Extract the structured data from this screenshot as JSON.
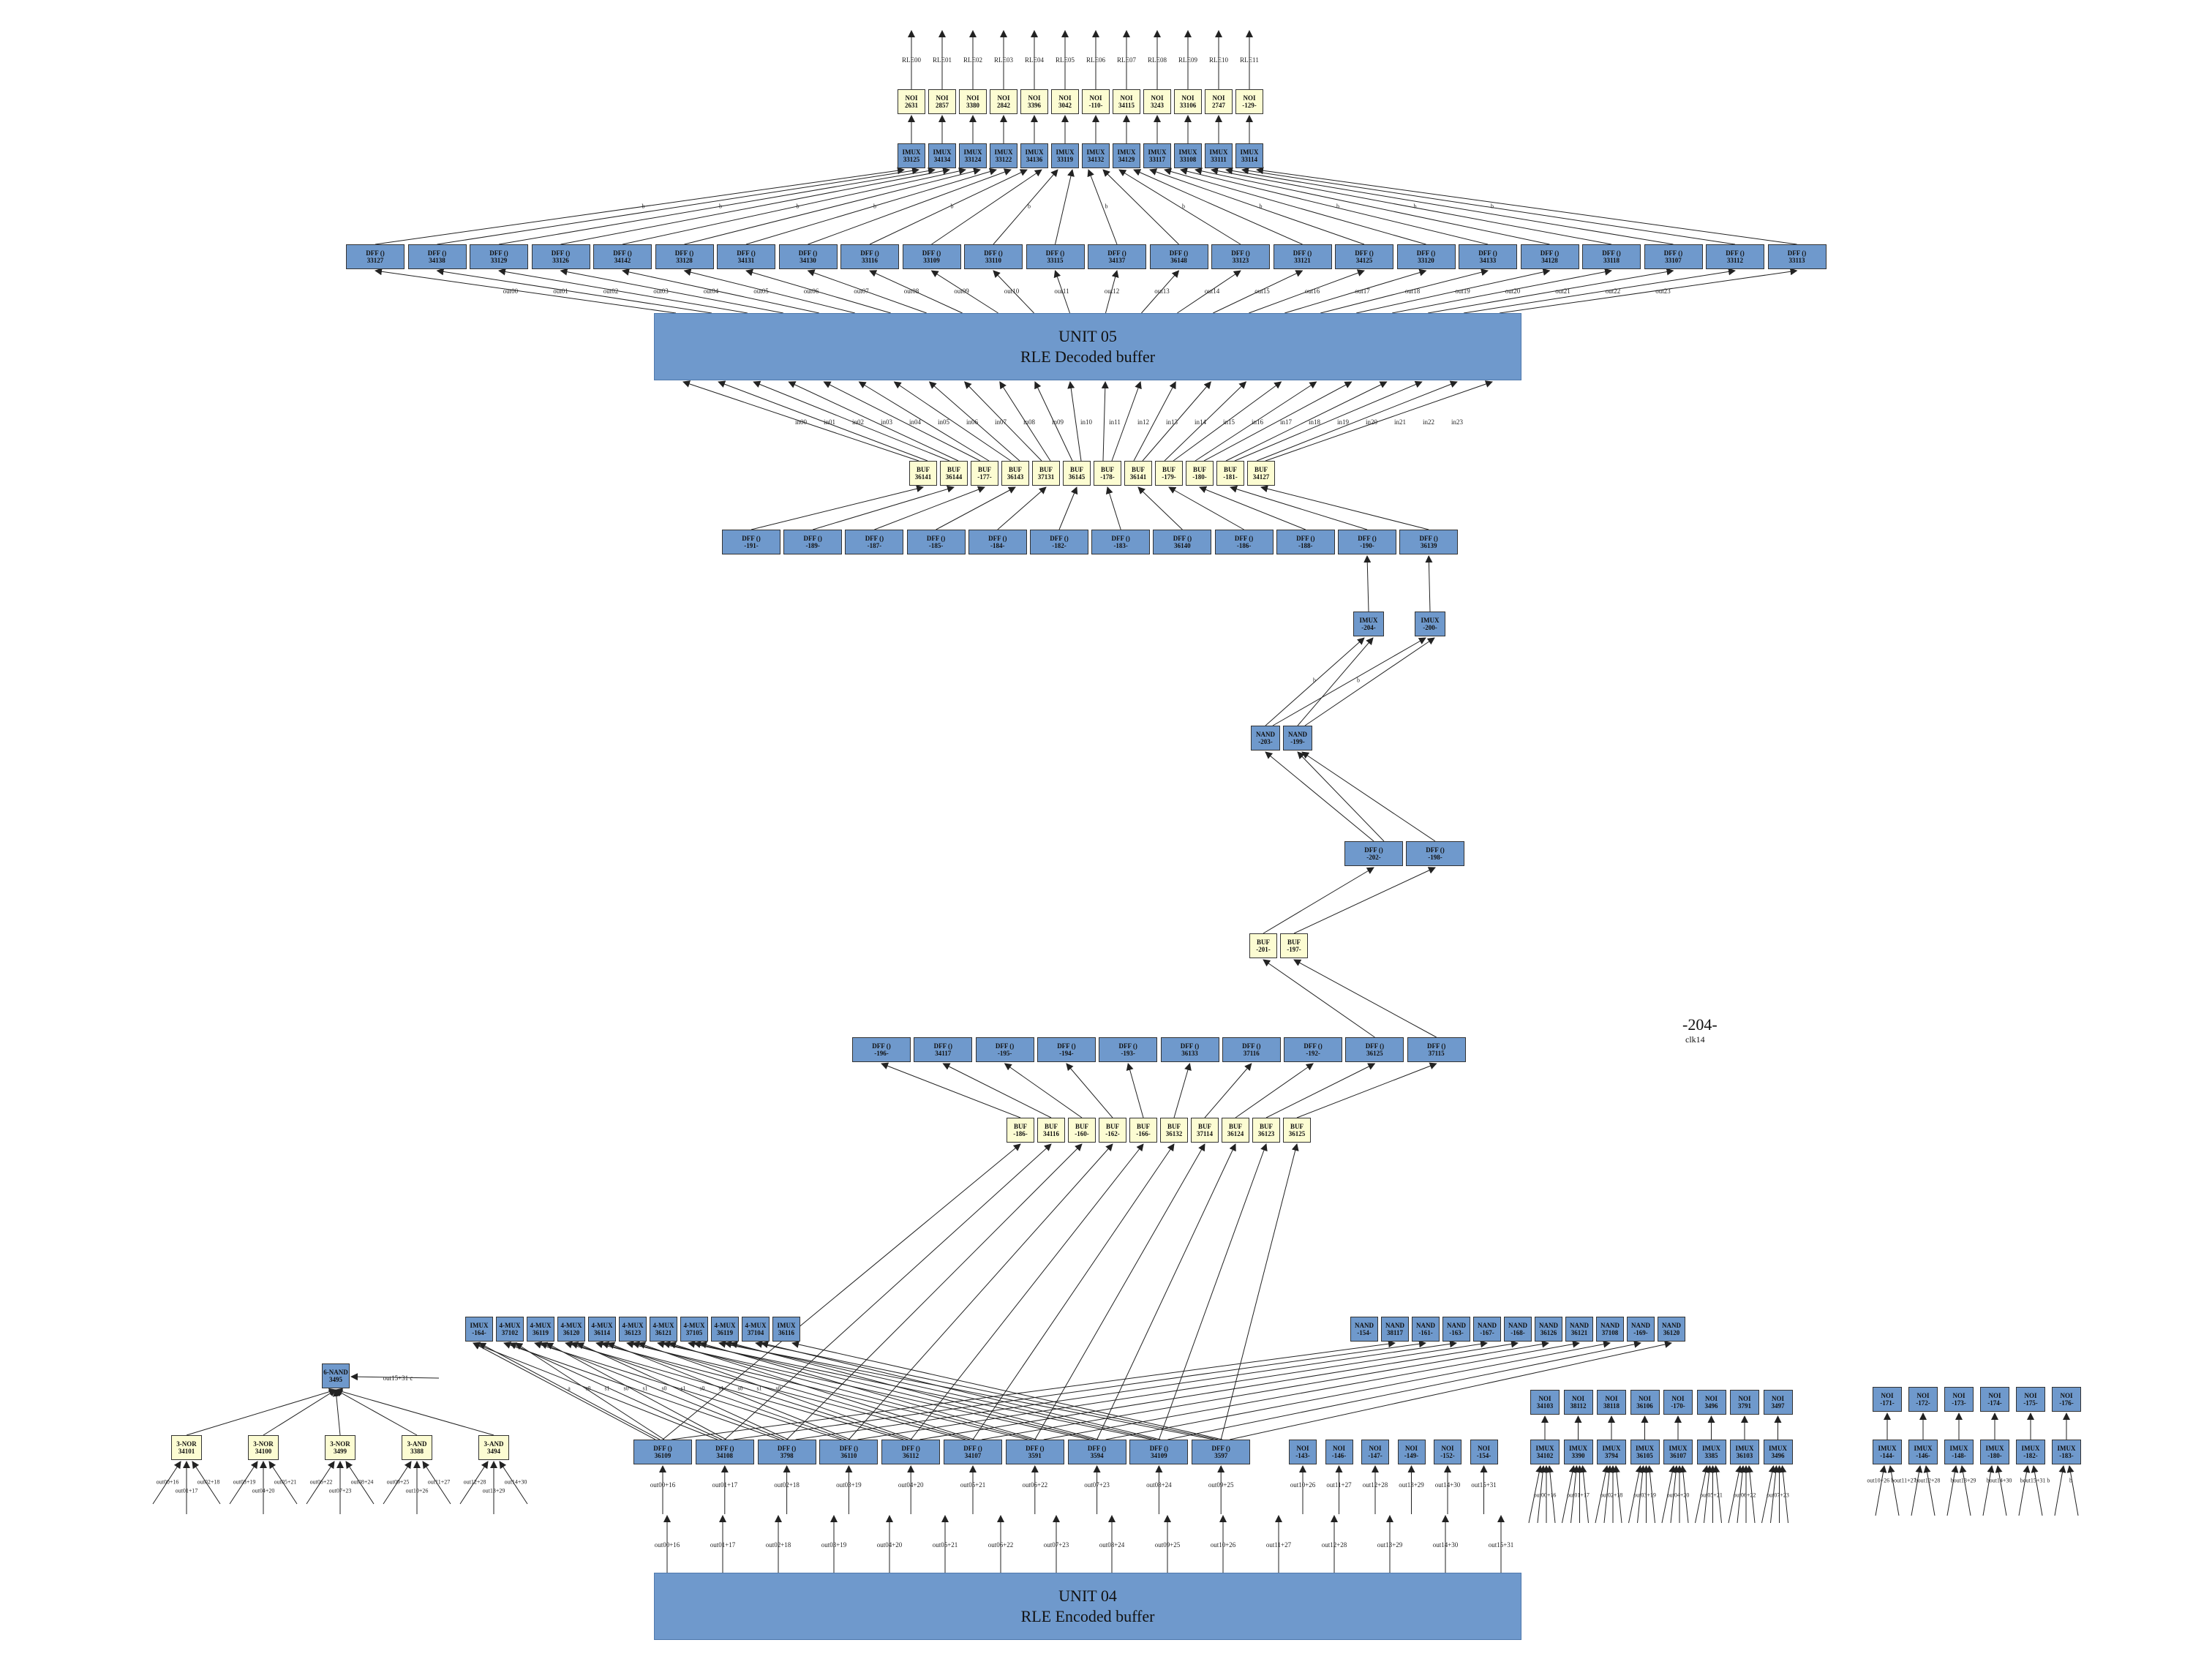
{
  "units": {
    "top_title": "UNIT 05",
    "top_subtitle": "RLE Decoded buffer",
    "bottom_title": "UNIT 04",
    "bottom_subtitle": "RLE Encoded buffer"
  },
  "standalone": {
    "big_label": "-204-",
    "small_label": "clk14"
  },
  "outputs": [
    "RLE00",
    "RLE01",
    "RLE02",
    "RLE03",
    "RLE04",
    "RLE05",
    "RLE06",
    "RLE07",
    "RLE08",
    "RLE09",
    "RLE10",
    "RLE11"
  ],
  "rows": {
    "noi_top": [
      [
        "NOI",
        "2631"
      ],
      [
        "NOI",
        "2857"
      ],
      [
        "NOI",
        "3380"
      ],
      [
        "NOI",
        "2842"
      ],
      [
        "NOI",
        "3396"
      ],
      [
        "NOI",
        "3042"
      ],
      [
        "NOI",
        "-110-"
      ],
      [
        "NOI",
        "34115"
      ],
      [
        "NOI",
        "3243"
      ],
      [
        "NOI",
        "33106"
      ],
      [
        "NOI",
        "2747"
      ],
      [
        "NOI",
        "-129-"
      ]
    ],
    "imux_top": [
      [
        "IMUX",
        "33125"
      ],
      [
        "IMUX",
        "34134"
      ],
      [
        "IMUX",
        "33124"
      ],
      [
        "IMUX",
        "33122"
      ],
      [
        "IMUX",
        "34136"
      ],
      [
        "IMUX",
        "33119"
      ],
      [
        "IMUX",
        "34132"
      ],
      [
        "IMUX",
        "34129"
      ],
      [
        "IMUX",
        "33117"
      ],
      [
        "IMUX",
        "33108"
      ],
      [
        "IMUX",
        "33111"
      ],
      [
        "IMUX",
        "33114"
      ]
    ],
    "dff_top": [
      [
        "DFF ()",
        "33127"
      ],
      [
        "DFF ()",
        "34138"
      ],
      [
        "DFF ()",
        "33129"
      ],
      [
        "DFF ()",
        "33126"
      ],
      [
        "DFF ()",
        "34142"
      ],
      [
        "DFF ()",
        "33128"
      ],
      [
        "DFF ()",
        "34131"
      ],
      [
        "DFF ()",
        "34130"
      ],
      [
        "DFF ()",
        "33116"
      ],
      [
        "DFF ()",
        "33109"
      ],
      [
        "DFF ()",
        "33110"
      ],
      [
        "DFF ()",
        "33115"
      ],
      [
        "DFF ()",
        "34137"
      ],
      [
        "DFF ()",
        "36148"
      ],
      [
        "DFF ()",
        "33123"
      ],
      [
        "DFF ()",
        "33121"
      ],
      [
        "DFF ()",
        "34125"
      ],
      [
        "DFF ()",
        "33120"
      ],
      [
        "DFF ()",
        "34133"
      ],
      [
        "DFF ()",
        "34128"
      ],
      [
        "DFF ()",
        "33118"
      ],
      [
        "DFF ()",
        "33107"
      ],
      [
        "DFF ()",
        "33112"
      ],
      [
        "DFF ()",
        "33113"
      ]
    ],
    "buf_mid": [
      [
        "BUF",
        "36141"
      ],
      [
        "BUF",
        "36144"
      ],
      [
        "BUF",
        "-177-"
      ],
      [
        "BUF",
        "36143"
      ],
      [
        "BUF",
        "37131"
      ],
      [
        "BUF",
        "36145"
      ],
      [
        "BUF",
        "-178-"
      ],
      [
        "BUF",
        "36141"
      ],
      [
        "BUF",
        "-179-"
      ],
      [
        "BUF",
        "-180-"
      ],
      [
        "BUF",
        "-181-"
      ],
      [
        "BUF",
        "34127"
      ]
    ],
    "dff_mid": [
      [
        "DFF ()",
        "-191-"
      ],
      [
        "DFF ()",
        "-189-"
      ],
      [
        "DFF ()",
        "-187-"
      ],
      [
        "DFF ()",
        "-185-"
      ],
      [
        "DFF ()",
        "-184-"
      ],
      [
        "DFF ()",
        "-182-"
      ],
      [
        "DFF ()",
        "-183-"
      ],
      [
        "DFF ()",
        "36140"
      ],
      [
        "DFF ()",
        "-186-"
      ],
      [
        "DFF ()",
        "-188-"
      ],
      [
        "DFF ()",
        "-190-"
      ],
      [
        "DFF ()",
        "36139"
      ]
    ],
    "imux_pair": [
      [
        "IMUX",
        "-204-"
      ],
      [
        "IMUX",
        "-200-"
      ]
    ],
    "nand_pair": [
      [
        "NAND",
        "-203-"
      ],
      [
        "NAND",
        "-199-"
      ]
    ],
    "dff_pair": [
      [
        "DFF ()",
        "-202-"
      ],
      [
        "DFF ()",
        "-198-"
      ]
    ],
    "buf_pair": [
      [
        "BUF",
        "-201-"
      ],
      [
        "BUF",
        "-197-"
      ]
    ],
    "dff_low": [
      [
        "DFF ()",
        "-196-"
      ],
      [
        "DFF ()",
        "34117"
      ],
      [
        "DFF ()",
        "-195-"
      ],
      [
        "DFF ()",
        "-194-"
      ],
      [
        "DFF ()",
        "-193-"
      ],
      [
        "DFF ()",
        "36133"
      ],
      [
        "DFF ()",
        "37116"
      ],
      [
        "DFF ()",
        "-192-"
      ],
      [
        "DFF ()",
        "36125"
      ],
      [
        "DFF ()",
        "37115"
      ]
    ],
    "buf_low": [
      [
        "BUF",
        "-186-"
      ],
      [
        "BUF",
        "34116"
      ],
      [
        "BUF",
        "-160-"
      ],
      [
        "BUF",
        "-162-"
      ],
      [
        "BUF",
        "-166-"
      ],
      [
        "BUF",
        "36132"
      ],
      [
        "BUF",
        "37114"
      ],
      [
        "BUF",
        "36124"
      ],
      [
        "BUF",
        "36123"
      ],
      [
        "BUF",
        "36125"
      ]
    ],
    "mux_left": [
      [
        "IMUX",
        "-164-"
      ],
      [
        "4-MUX",
        "37102"
      ],
      [
        "4-MUX",
        "36119"
      ],
      [
        "4-MUX",
        "36120"
      ],
      [
        "4-MUX",
        "36114"
      ],
      [
        "4-MUX",
        "36123"
      ],
      [
        "4-MUX",
        "36121"
      ],
      [
        "4-MUX",
        "37105"
      ],
      [
        "4-MUX",
        "36119"
      ],
      [
        "4-MUX",
        "37104"
      ],
      [
        "IMUX",
        "36116"
      ]
    ],
    "nand_right": [
      [
        "NAND",
        "-154-"
      ],
      [
        "NAND",
        "38117"
      ],
      [
        "NAND",
        "-161-"
      ],
      [
        "NAND",
        "-163-"
      ],
      [
        "NAND",
        "-167-"
      ],
      [
        "NAND",
        "-168-"
      ],
      [
        "NAND",
        "36126"
      ],
      [
        "NAND",
        "36121"
      ],
      [
        "NAND",
        "37108"
      ],
      [
        "NAND",
        "-169-"
      ],
      [
        "NAND",
        "36120"
      ]
    ],
    "dff_bottom": [
      [
        "DFF ()",
        "36109"
      ],
      [
        "DFF ()",
        "34108"
      ],
      [
        "DFF ()",
        "3798"
      ],
      [
        "DFF ()",
        "36110"
      ],
      [
        "DFF ()",
        "36112"
      ],
      [
        "DFF ()",
        "34107"
      ],
      [
        "DFF ()",
        "3591"
      ],
      [
        "DFF ()",
        "3594"
      ],
      [
        "DFF ()",
        "34109"
      ],
      [
        "DFF ()",
        "3597"
      ]
    ],
    "noi_bottom": [
      [
        "NOI",
        "-143-"
      ],
      [
        "NOI",
        "-146-"
      ],
      [
        "NOI",
        "-147-"
      ],
      [
        "NOI",
        "-149-"
      ],
      [
        "NOI",
        "-152-"
      ],
      [
        "NOI",
        "-154-"
      ]
    ],
    "cluster1_noi": [
      [
        "NOI",
        "34103"
      ],
      [
        "NOI",
        "38112"
      ],
      [
        "NOI",
        "38118"
      ],
      [
        "NOI",
        "36106"
      ],
      [
        "NOI",
        "-170-"
      ],
      [
        "NOI",
        "3496"
      ],
      [
        "NOI",
        "3791"
      ],
      [
        "NOI",
        "3497"
      ]
    ],
    "cluster1_imux": [
      [
        "IMUX",
        "34102"
      ],
      [
        "IMUX",
        "3390"
      ],
      [
        "IMUX",
        "3794"
      ],
      [
        "IMUX",
        "36105"
      ],
      [
        "IMUX",
        "36107"
      ],
      [
        "IMUX",
        "3385"
      ],
      [
        "IMUX",
        "36103"
      ],
      [
        "IMUX",
        "3496"
      ]
    ],
    "cluster2_noi": [
      [
        "NOI",
        "-171-"
      ],
      [
        "NOI",
        "-172-"
      ],
      [
        "NOI",
        "-173-"
      ],
      [
        "NOI",
        "-174-"
      ],
      [
        "NOI",
        "-175-"
      ],
      [
        "NOI",
        "-176-"
      ]
    ],
    "cluster2_imux": [
      [
        "IMUX",
        "-144-"
      ],
      [
        "IMUX",
        "-146-"
      ],
      [
        "IMUX",
        "-148-"
      ],
      [
        "IMUX",
        "-180-"
      ],
      [
        "IMUX",
        "-182-"
      ],
      [
        "IMUX",
        "-183-"
      ]
    ],
    "gates_left": [
      [
        "3-NOR",
        "34101"
      ],
      [
        "3-NOR",
        "34100"
      ],
      [
        "3-NOR",
        "3499"
      ],
      [
        "3-AND",
        "3388"
      ],
      [
        "3-AND",
        "3494"
      ]
    ],
    "nand6": [
      "6-NAND",
      "3495"
    ]
  },
  "labels": {
    "unit05_out": [
      "out00",
      "out01",
      "out02",
      "out03",
      "out04",
      "out05",
      "out06",
      "out07",
      "out08",
      "out09",
      "out10",
      "out11",
      "out12",
      "out13",
      "out14",
      "out15",
      "out16",
      "out17",
      "out18",
      "out19",
      "out20",
      "out21",
      "out22",
      "out23"
    ],
    "unit05_in": [
      "in00",
      "in01",
      "in02",
      "in03",
      "in04",
      "in05",
      "in06",
      "in07",
      "in08",
      "in09",
      "in10",
      "in11",
      "in12",
      "in13",
      "in14",
      "in15",
      "in16",
      "in17",
      "in18",
      "in19",
      "in20",
      "in21",
      "in22",
      "in23"
    ],
    "unit04_out": [
      "out00+16",
      "out01+17",
      "out02+18",
      "out03+19",
      "out04+20",
      "out05+21",
      "out06+22",
      "out07+23",
      "out08+24",
      "out09+25",
      "out10+26",
      "out11+27",
      "out12+28",
      "out13+29",
      "out14+30",
      "out15+31"
    ],
    "dff_bottom_in": [
      "out00+16",
      "out01+17",
      "out02+18",
      "out03+19",
      "out04+20",
      "out05+21",
      "out06+22",
      "out07+23",
      "out08+24",
      "out09+25"
    ],
    "noi_bottom_in": [
      "out10+26",
      "out11+27",
      "out12+28",
      "out13+29",
      "out14+30",
      "out15+31"
    ],
    "cluster2_in": [
      "out10+26 bout11+27",
      "bout12+28",
      "bout13+29",
      "bout14+30",
      "bout15+31 b",
      "b"
    ],
    "nand6_in": "out15+31 c",
    "gate_inputs": [
      [
        "out00+16",
        "out02+18",
        "out01+17"
      ],
      [
        "out03+19",
        "out05+21",
        "out04+20"
      ],
      [
        "out06+22",
        "out08+24",
        "out07+23"
      ],
      [
        "out09+25",
        "out11+27",
        "out10+26"
      ],
      [
        "out12+28",
        "out14+30",
        "out13+29"
      ]
    ],
    "mux_sel": [
      "a",
      "s0",
      "s1",
      "s0",
      "s1",
      "s0",
      "s1",
      "s0",
      "s1",
      "s0",
      "s1",
      "s0"
    ],
    "wire_b": "b"
  },
  "colors": {
    "blue": "#6f99cc",
    "yellow": "#fcfcd2",
    "edge": "#222222"
  }
}
